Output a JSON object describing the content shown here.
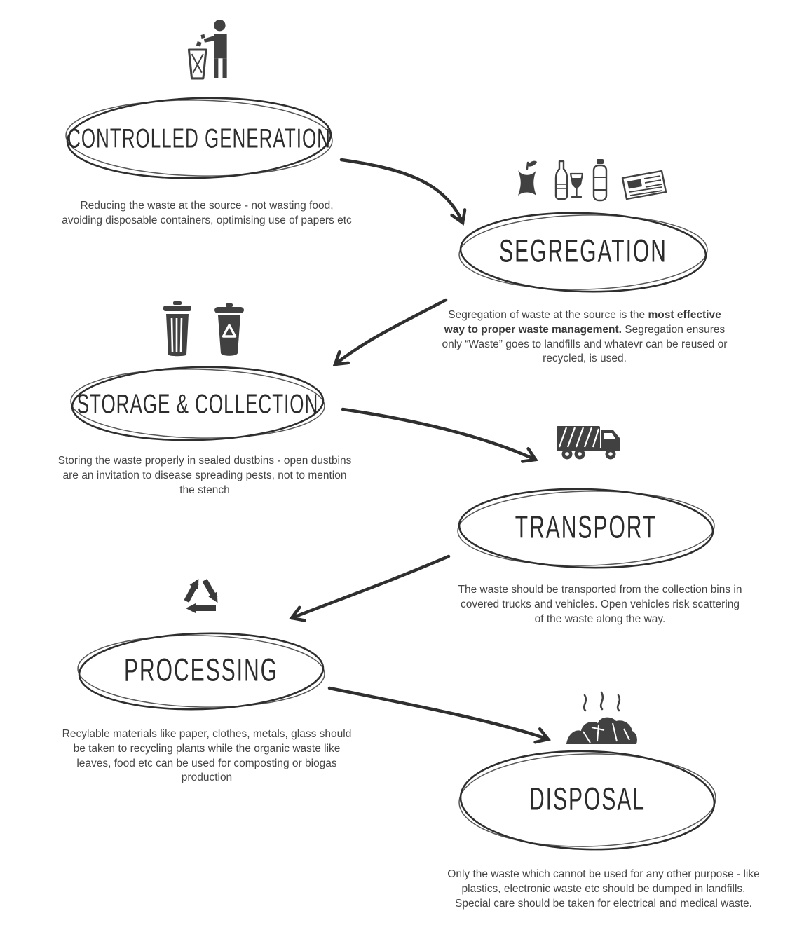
{
  "steps": [
    {
      "title": "CONTROLLED GENERATION",
      "description": "Reducing the waste at the source - not wasting food, avoiding disposable containers, optimising use of papers etc"
    },
    {
      "title": "SEGREGATION",
      "description_pre": "Segregation of waste at the source is the ",
      "description_bold": "most effective way to proper waste management.",
      "description_post": " Segregation ensures only “Waste” goes to landfills and whatevr can be reused or recycled, is used."
    },
    {
      "title": "STORAGE & COLLECTION",
      "description": "Storing the waste properly in sealed dustbins - open dustbins are an invitation to disease spreading pests, not to mention the stench"
    },
    {
      "title": "TRANSPORT",
      "description": "The waste should be transported from the collection bins in covered trucks and vehicles. Open vehicles risk scattering of the waste along the way."
    },
    {
      "title": "PROCESSING",
      "description": "Recylable materials like paper, clothes, metals, glass should be taken to recycling plants while the organic waste like leaves, food etc can be used for composting or biogas production"
    },
    {
      "title": "DISPOSAL",
      "description": "Only the waste which cannot be used for any other purpose - like plastics, electronic waste etc should be dumped in landfills. Special care should be taken for electrical and medical waste."
    }
  ],
  "icons": {
    "step1": "person-littering-icon",
    "step2": [
      "apple-core-icon",
      "wine-bottle-and-glass-icon",
      "water-bottle-icon",
      "newspaper-icon"
    ],
    "step3": [
      "dustbin-icon",
      "recycle-bin-icon"
    ],
    "step4": "garbage-truck-icon",
    "step5": "recycle-symbol-icon",
    "step6": "landfill-pile-icon"
  },
  "colors": {
    "ink": "#2f2f2f",
    "icon": "#414141",
    "title": "#2c2c2c",
    "body_text": "#454545",
    "background": "#ffffff"
  }
}
